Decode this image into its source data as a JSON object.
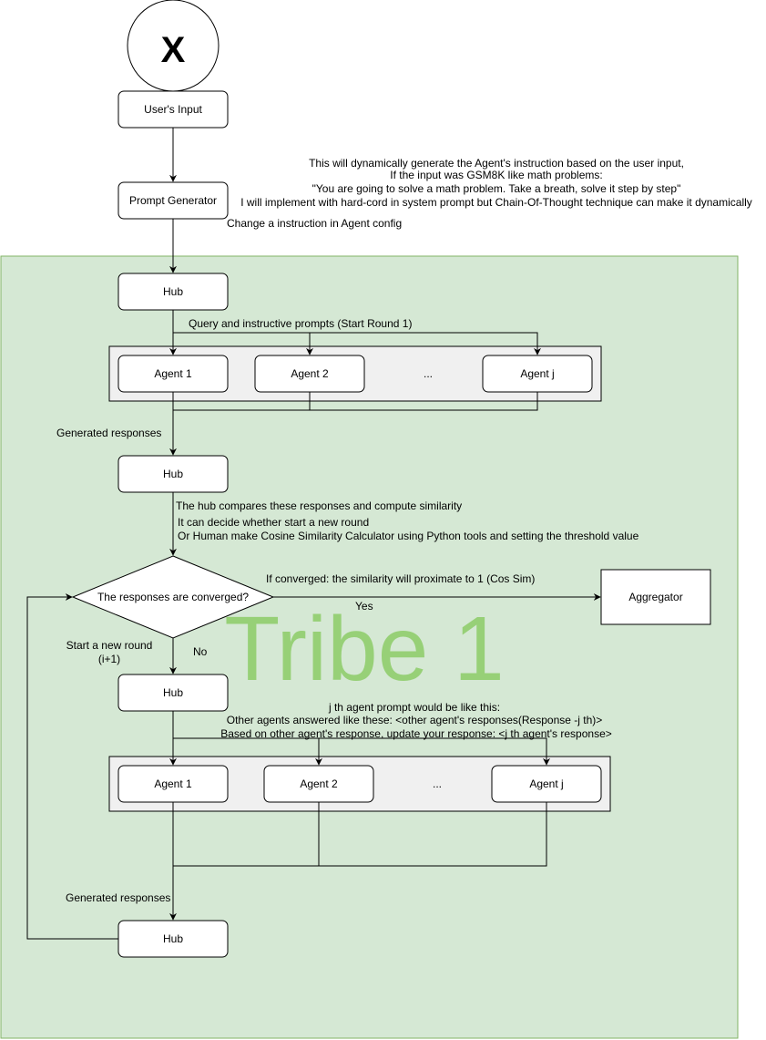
{
  "start_symbol": "X",
  "nodes": {
    "user_input": "User's Input",
    "prompt_generator": "Prompt Generator",
    "hub": "Hub",
    "agent_1": "Agent 1",
    "agent_2": "Agent 2",
    "agent_ellipsis": "...",
    "agent_j": "Agent j",
    "decision": "The responses are converged?",
    "aggregator": "Aggregator"
  },
  "notes": {
    "generator_description": [
      "This will dynamically generate the Agent's instruction based on the user input,",
      "If the input was GSM8K like math problems:",
      "\"You are going to solve a math problem. Take a breath, solve it step by step\"",
      "I will implement with hard-cord in system prompt but Chain-Of-Thought technique can make it dynamically"
    ],
    "change_instruction": "Change a instruction in Agent config",
    "query_prompts": "Query and instructive prompts (Start Round 1)",
    "generated_responses": "Generated responses",
    "hub_compare": "The hub compares these responses and compute similarity",
    "decide_lines": [
      "It can decide whether start a new round",
      "Or Human make Cosine Similarity Calculator using Python tools and setting the threshold value"
    ],
    "if_converged": "If converged: the similarity will proximate to 1 (Cos Sim)",
    "yes": "Yes",
    "no": "No",
    "start_new_round": [
      "Start a new round",
      "(i+1)"
    ],
    "agent_prompt_lines": [
      "j th agent prompt would be like this:",
      "Other agents answered like these: <other agent's responses(Response -j th)>",
      "Based on other agent's response, update your response: <j th agent's response>"
    ]
  },
  "tribe_label": "Tribe 1",
  "colors": {
    "tribe_fill": "#d5e8d4",
    "tribe_stroke": "#82b366",
    "tribe_text": "#97d077",
    "group_fill": "#f0f0f0"
  }
}
